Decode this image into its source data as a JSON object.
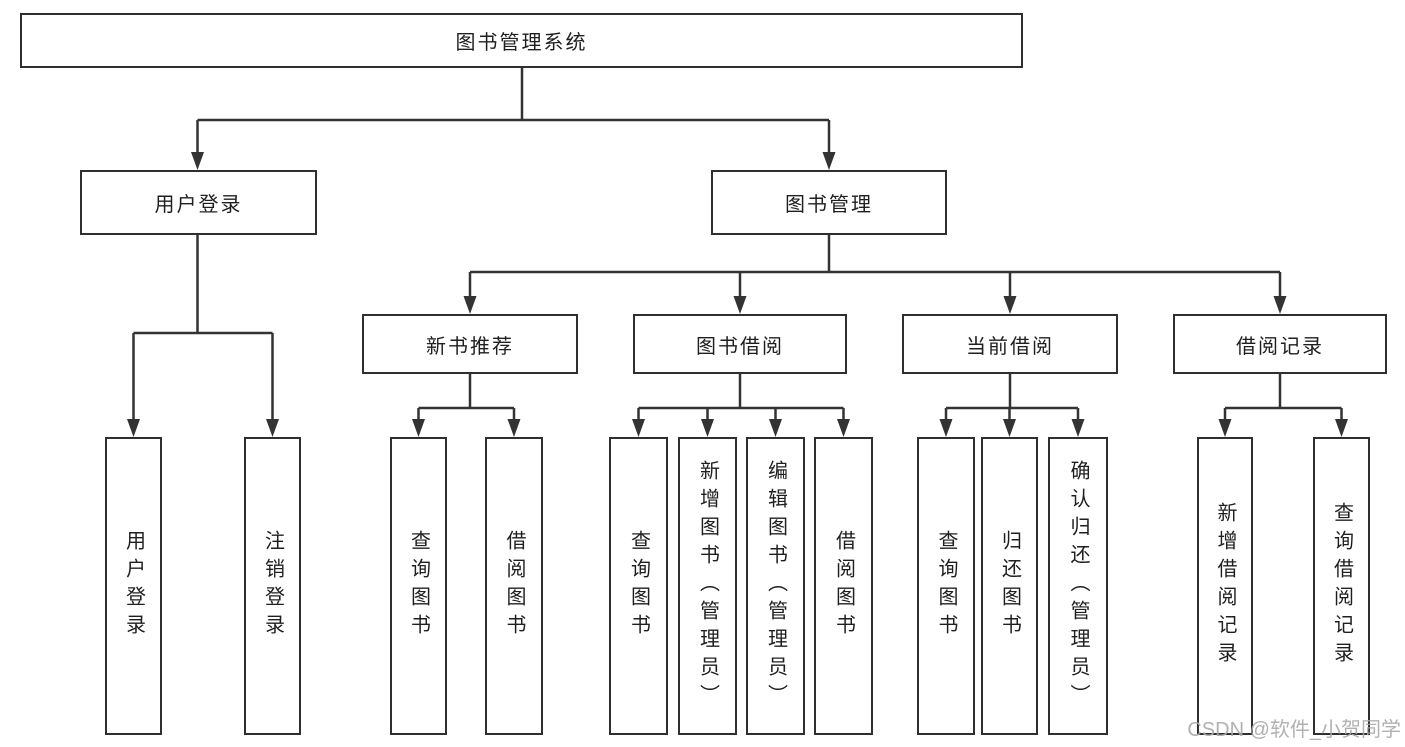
{
  "diagram": {
    "title": "图书管理系统",
    "branches": [
      {
        "label": "用户登录",
        "children": [
          {
            "label": "用户登录"
          },
          {
            "label": "注销登录"
          }
        ]
      },
      {
        "label": "图书管理",
        "children": [
          {
            "label": "新书推荐",
            "children": [
              {
                "label": "查询图书"
              },
              {
                "label": "借阅图书"
              }
            ]
          },
          {
            "label": "图书借阅",
            "children": [
              {
                "label": "查询图书"
              },
              {
                "label": "新增图书（管理员）"
              },
              {
                "label": "编辑图书（管理员）"
              },
              {
                "label": "借阅图书"
              }
            ]
          },
          {
            "label": "当前借阅",
            "children": [
              {
                "label": "查询图书"
              },
              {
                "label": "归还图书"
              },
              {
                "label": "确认归还（管理员）"
              }
            ]
          },
          {
            "label": "借阅记录",
            "children": [
              {
                "label": "新增借阅记录"
              },
              {
                "label": "查询借阅记录"
              }
            ]
          }
        ]
      }
    ]
  },
  "watermark": "CSDN @软件_小贺同学",
  "colors": {
    "line": "#333333",
    "border": "#2f2f2f",
    "text": "#1f1f1f",
    "watermark": "#a9a9a9",
    "background": "#ffffff"
  }
}
